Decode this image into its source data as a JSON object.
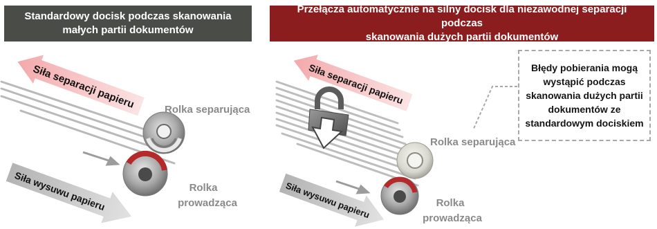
{
  "header_left": {
    "line1": "Standardowy docisk podczas skanowania",
    "line2": "małych partii dokumentów",
    "color": "#4a4c47"
  },
  "header_right": {
    "line1": "Przełącza automatycznie na silny docisk dla niezawodnej separacji podczas",
    "line2": "skanowania dużych partii dokumentów",
    "color": "#8c1d1f"
  },
  "left_diagram": {
    "separation_force_label": "Siła separacji papieru",
    "feed_force_label": "Siła wysuwu papieru",
    "separation_roller_label": "Rolka separująca",
    "pick_roller_line1": "Rolka",
    "pick_roller_line2": "prowadząca"
  },
  "right_diagram": {
    "separation_force_label": "Siła separacji papieru",
    "feed_force_label": "Siła wysuwu papieru",
    "separation_roller_label": "Rolka separująca",
    "pick_roller_line1": "Rolka",
    "pick_roller_line2": "prowadząca",
    "lock_icon": "heavy-weight-lock-icon"
  },
  "callout": {
    "text": "Błędy pobierania mogą wystąpić podczas skanowania dużych partii dokumentów ze standardowym dociskiem"
  },
  "colors": {
    "separation_arrow": "#f4a9ab",
    "feed_arrow": "#c2c2c2",
    "roller_accent": "#b5282c",
    "roller_gray": "#8a8a8a"
  }
}
